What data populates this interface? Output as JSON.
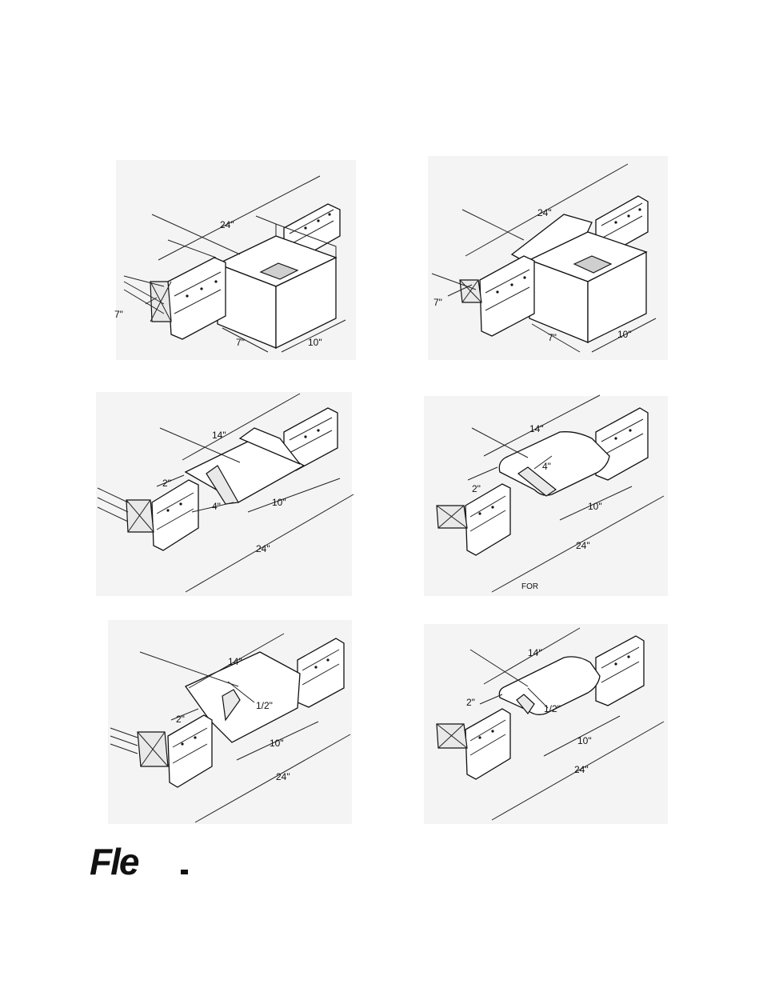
{
  "figures": [
    {
      "id": "f1",
      "dims": {
        "top": "24\"",
        "left": "7\"",
        "bottom_left": "7\"",
        "bottom_right": "10\""
      }
    },
    {
      "id": "f2",
      "dims": {
        "top": "24\"",
        "left": "7\"",
        "bottom_left": "7\"",
        "bottom_right": "10\""
      }
    },
    {
      "id": "f3",
      "dims": {
        "top": "14\"",
        "left": "2\"",
        "inner": "4\"",
        "middle": "10\"",
        "bottom": "24\""
      }
    },
    {
      "id": "f4",
      "dims": {
        "top": "14\"",
        "inner": "4\"",
        "left": "2\"",
        "middle": "10\"",
        "bottom": "24\"",
        "note": "FOR"
      }
    },
    {
      "id": "f5",
      "dims": {
        "top": "14\"",
        "left": "2\"",
        "inner": "1/2\"",
        "middle": "10\"",
        "bottom": "24\""
      }
    },
    {
      "id": "f6",
      "dims": {
        "top": "14\"",
        "left": "2\"",
        "inner": "1/2\"",
        "middle": "10\"",
        "bottom": "24\""
      }
    }
  ],
  "brand": {
    "logo_text": "Fle"
  }
}
